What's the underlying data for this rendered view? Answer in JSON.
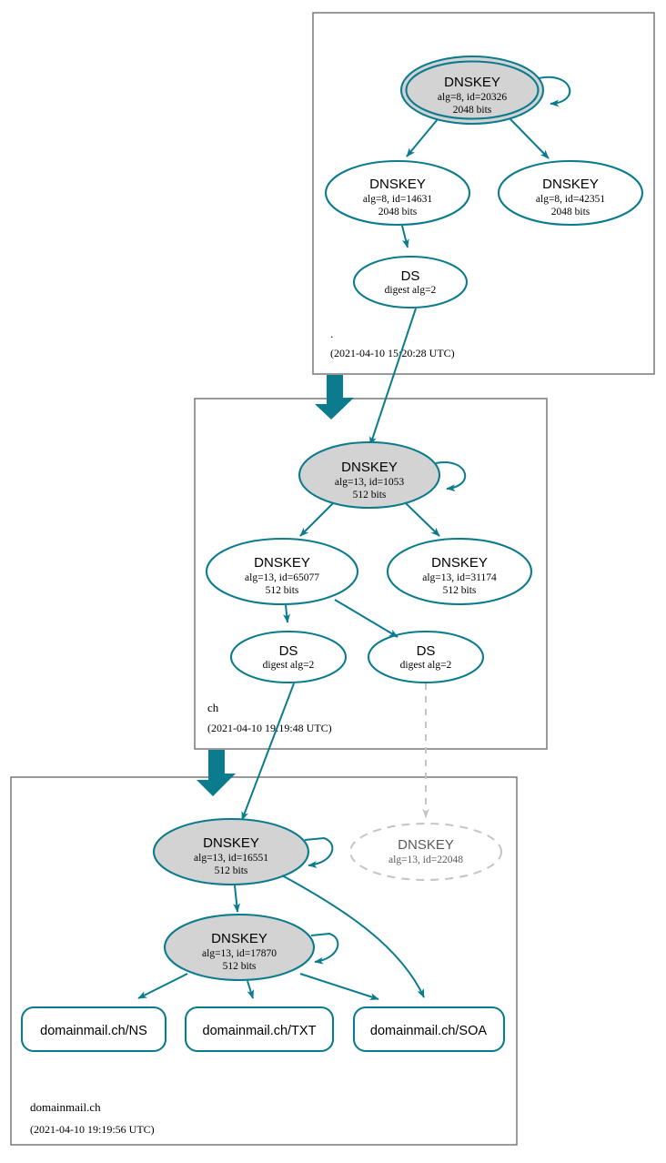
{
  "diagram": {
    "kind": "dnssec-authentication-chain",
    "colors": {
      "accent": "#0b7b8e",
      "secure_fill": "#d3d3d3",
      "insecure_stroke": "#c4c4c4",
      "zone_border": "#808080",
      "background": "#ffffff"
    }
  },
  "zones": [
    {
      "id": "root",
      "name": ".",
      "timestamp": "(2021-04-10 15:20:28 UTC)",
      "nodes": [
        {
          "id": "r-ksk",
          "type": "DNSKEY",
          "title": "DNSKEY",
          "line2": "alg=8, id=20326",
          "line3": "2048 bits",
          "style": "double-filled",
          "alg": 8,
          "key_id": 20326,
          "bits": 2048,
          "self_sign": true
        },
        {
          "id": "r-zsk-14631",
          "type": "DNSKEY",
          "title": "DNSKEY",
          "line2": "alg=8, id=14631",
          "line3": "2048 bits",
          "style": "plain",
          "alg": 8,
          "key_id": 14631,
          "bits": 2048,
          "self_sign": false
        },
        {
          "id": "r-zsk-42351",
          "type": "DNSKEY",
          "title": "DNSKEY",
          "line2": "alg=8, id=42351",
          "line3": "2048 bits",
          "style": "plain",
          "alg": 8,
          "key_id": 42351,
          "bits": 2048,
          "self_sign": false
        },
        {
          "id": "r-ds",
          "type": "DS",
          "title": "DS",
          "line2": "digest alg=2",
          "line3": "",
          "style": "plain",
          "digest_alg": 2
        }
      ]
    },
    {
      "id": "ch",
      "name": "ch",
      "timestamp": "(2021-04-10 19:19:48 UTC)",
      "nodes": [
        {
          "id": "c-ksk",
          "type": "DNSKEY",
          "title": "DNSKEY",
          "line2": "alg=13, id=1053",
          "line3": "512 bits",
          "style": "filled",
          "alg": 13,
          "key_id": 1053,
          "bits": 512,
          "self_sign": true
        },
        {
          "id": "c-zsk-65077",
          "type": "DNSKEY",
          "title": "DNSKEY",
          "line2": "alg=13, id=65077",
          "line3": "512 bits",
          "style": "plain",
          "alg": 13,
          "key_id": 65077,
          "bits": 512,
          "self_sign": false
        },
        {
          "id": "c-zsk-31174",
          "type": "DNSKEY",
          "title": "DNSKEY",
          "line2": "alg=13, id=31174",
          "line3": "512 bits",
          "style": "plain",
          "alg": 13,
          "key_id": 31174,
          "bits": 512,
          "self_sign": false
        },
        {
          "id": "c-ds-left",
          "type": "DS",
          "title": "DS",
          "line2": "digest alg=2",
          "line3": "",
          "style": "plain",
          "digest_alg": 2
        },
        {
          "id": "c-ds-right",
          "type": "DS",
          "title": "DS",
          "line2": "digest alg=2",
          "line3": "",
          "style": "plain",
          "digest_alg": 2
        }
      ]
    },
    {
      "id": "domainmail",
      "name": "domainmail.ch",
      "timestamp": "(2021-04-10 19:19:56 UTC)",
      "nodes": [
        {
          "id": "d-ksk",
          "type": "DNSKEY",
          "title": "DNSKEY",
          "line2": "alg=13, id=16551",
          "line3": "512 bits",
          "style": "filled",
          "alg": 13,
          "key_id": 16551,
          "bits": 512,
          "self_sign": true
        },
        {
          "id": "d-zsk",
          "type": "DNSKEY",
          "title": "DNSKEY",
          "line2": "alg=13, id=17870",
          "line3": "512 bits",
          "style": "filled",
          "alg": 13,
          "key_id": 17870,
          "bits": 512,
          "self_sign": true
        },
        {
          "id": "d-orphan",
          "type": "DNSKEY",
          "title": "DNSKEY",
          "line2": "alg=13, id=22048",
          "line3": "",
          "style": "ghost",
          "alg": 13,
          "key_id": 22048
        },
        {
          "id": "rr-ns",
          "type": "RRSET",
          "label": "domainmail.ch/NS"
        },
        {
          "id": "rr-txt",
          "type": "RRSET",
          "label": "domainmail.ch/TXT"
        },
        {
          "id": "rr-soa",
          "type": "RRSET",
          "label": "domainmail.ch/SOA"
        }
      ]
    }
  ]
}
